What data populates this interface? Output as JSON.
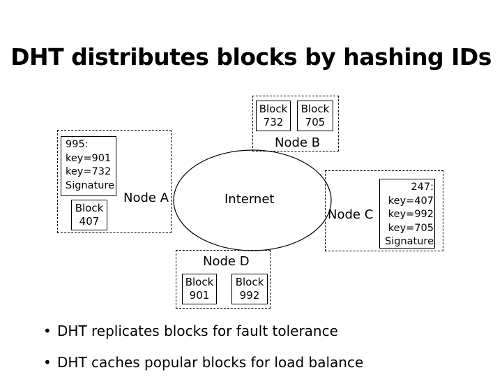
{
  "title": "DHT distributes blocks by hashing IDs",
  "internet_label": "Internet",
  "nodes": {
    "a": {
      "name": "Node A",
      "meta_lines": [
        "995:",
        "key=901",
        "key=732",
        "Signature"
      ],
      "block": [
        "Block",
        "407"
      ]
    },
    "b": {
      "name": "Node B",
      "blocks": [
        [
          "Block",
          "732"
        ],
        [
          "Block",
          "705"
        ]
      ]
    },
    "c": {
      "name": "Node C",
      "meta_lines": [
        "247:",
        "key=407",
        "key=992",
        "key=705",
        "Signature"
      ]
    },
    "d": {
      "name": "Node D",
      "blocks": [
        [
          "Block",
          "901"
        ],
        [
          "Block",
          "992"
        ]
      ]
    }
  },
  "bullets": [
    "DHT replicates blocks for fault tolerance",
    "DHT caches  popular blocks for load balance"
  ]
}
